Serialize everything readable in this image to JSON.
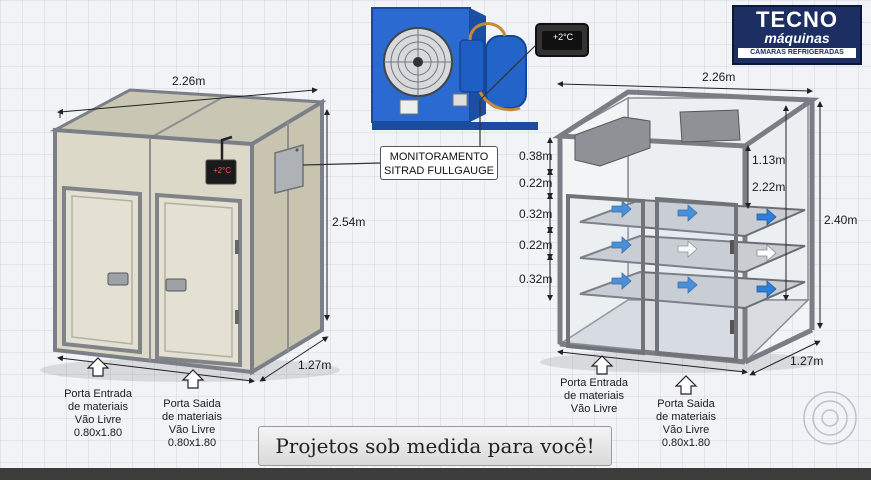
{
  "logo": {
    "line1": "TECNO",
    "line2": "máquinas",
    "line3": "CÂMARAS REFRIGERADAS"
  },
  "left_chamber": {
    "width_label": "2.26m",
    "height_label": "2.54m",
    "depth_label": "1.27m",
    "thermostat_display": "+2°C",
    "door_entry": "Porta Entrada\nde materiais\nVão Livre\n0.80x1.80",
    "door_exit": "Porta Saida\nde materiais\nVão Livre\n0.80x1.80"
  },
  "right_chamber": {
    "width_label": "2.26m",
    "height_label": "2.40m",
    "depth_label": "1.27m",
    "left_dims": [
      "0.38m",
      "0.22m",
      "0.32m",
      "0.22m",
      "0.32m"
    ],
    "right_dims": [
      "1.13m",
      "2.22m"
    ],
    "door_entry": "Porta Entrada\nde materiais\nVão Livre",
    "door_exit": "Porta Saida\nde materiais\nVão Livre\n0.80x1.80"
  },
  "monitor": {
    "line1": "MONITORAMENTO",
    "line2": "SITRAD FULLGAUGE",
    "display": "+2°C"
  },
  "slogan": "Projetos sob medida para você!",
  "colors": {
    "logo_bg": "#1d2e63",
    "unit_blue": "#1f5fc4",
    "panel": "#dcd9c8",
    "arrow_blue": "#2f7fd8"
  }
}
